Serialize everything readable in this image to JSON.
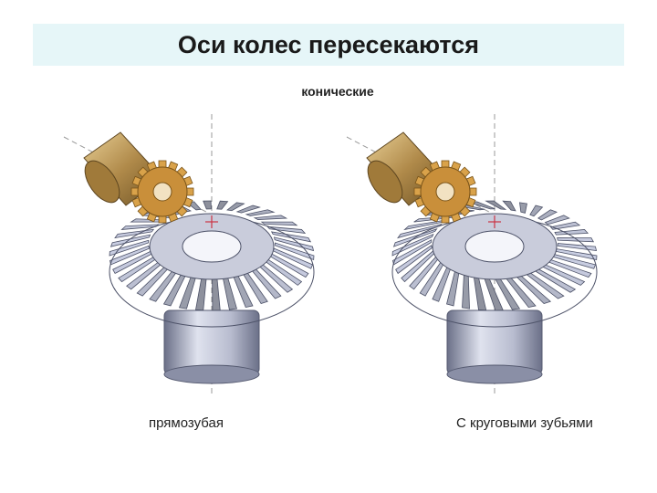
{
  "header": {
    "title": "Оси колес пересекаются"
  },
  "subtitle": "конические",
  "gears": [
    {
      "caption": "прямозубая",
      "tooth_style": "straight"
    },
    {
      "caption": "С круговыми зубьями",
      "tooth_style": "spiral"
    }
  ],
  "colors": {
    "title_bg": "#e6f6f8",
    "gear_steel": "#b8bccf",
    "gear_steel_dark": "#6b7088",
    "pinion_orange": "#d9a24a",
    "shaft_bronze": "#b08a4a",
    "axis_red": "#cc3344"
  }
}
